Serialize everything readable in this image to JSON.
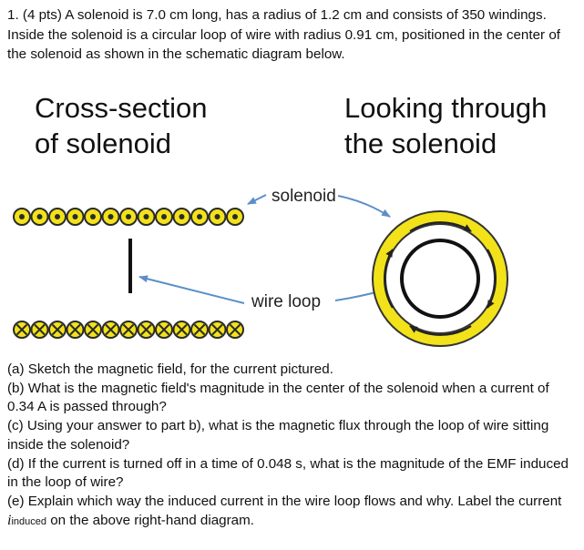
{
  "problem": {
    "intro": "1. (4 pts) A solenoid is 7.0 cm long, has a radius of 1.2 cm and consists of 350 windings. Inside the solenoid is a circular loop of wire with radius 0.91 cm, positioned in the center of the solenoid as shown in the schematic diagram below."
  },
  "diagram": {
    "left_title_line1": "Cross-section",
    "left_title_line2": "of solenoid",
    "right_title_line1": "Looking through",
    "right_title_line2": "the solenoid",
    "solenoid_label": "solenoid",
    "wire_loop_label": "wire loop",
    "top_row_symbol": "dot-out-of-page-icon",
    "bottom_row_symbol": "cross-into-page-icon",
    "top_row_count": 13,
    "bottom_row_count": 13,
    "colors": {
      "coil_fill": "#f2e21a",
      "coil_stroke": "#2b2b2b",
      "arrow": "#5b8fc7",
      "ring_fill": "#f2e21a"
    }
  },
  "questions": {
    "a": "(a) Sketch the magnetic field, for the current pictured.",
    "b": "(b) What is the magnetic field's magnitude in the center of the solenoid when a current of 0.34 A is passed through?",
    "c": "(c) Using your answer to part b), what is the magnetic flux through the loop of wire sitting inside the solenoid?",
    "d": "(d) If the current is turned off in a time of 0.048 s, what is the magnitude of the EMF induced in the loop of wire?",
    "e_part1": "(e) Explain which way the induced current in the wire loop flows and why. Label the current ",
    "e_symbol": "i",
    "e_subscript": "induced",
    "e_part2": " on the above right-hand diagram."
  }
}
